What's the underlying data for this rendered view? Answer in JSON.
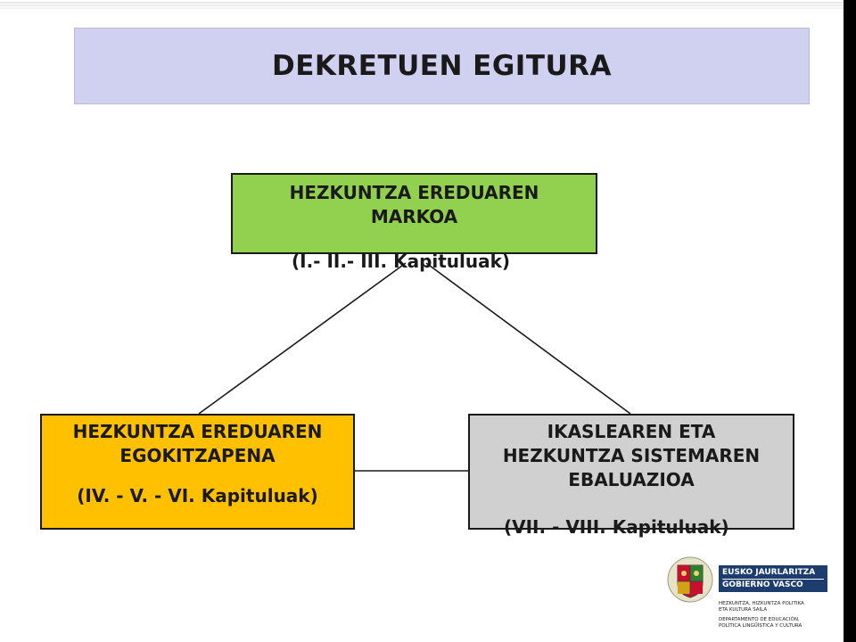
{
  "title": "DEKRETUEN EGITURA",
  "nodes": {
    "top": {
      "lines": [
        "HEZKUNTZA EREDUAREN",
        "MARKOA"
      ],
      "caption": "(I.- II.- III. Kapituluak)",
      "color": "#92d050"
    },
    "left": {
      "lines": [
        "HEZKUNTZA EREDUAREN",
        "EGOKITZAPENA"
      ],
      "caption": "(IV. - V. - VI. Kapituluak)",
      "color": "#ffc000"
    },
    "right": {
      "lines": [
        "IKASLEAREN ETA",
        "HEZKUNTZA SISTEMAREN",
        "EBALUAZIOA"
      ],
      "caption": "(VII. - VIII. Kapituluak)",
      "color": "#d0d0d0"
    }
  },
  "logo": {
    "line1": "EUSKO JAURLARITZA",
    "line2": "GOBIERNO VASCO",
    "dept_eu": [
      "HEZKUNTZA, HIZKUNTZA POLITIKA",
      "ETA KULTURA SAILA"
    ],
    "dept_es": [
      "DEPARTAMENTO DE EDUCACIÓN,",
      "POLÍTICA LINGÜÍSTICA Y CULTURA"
    ]
  }
}
